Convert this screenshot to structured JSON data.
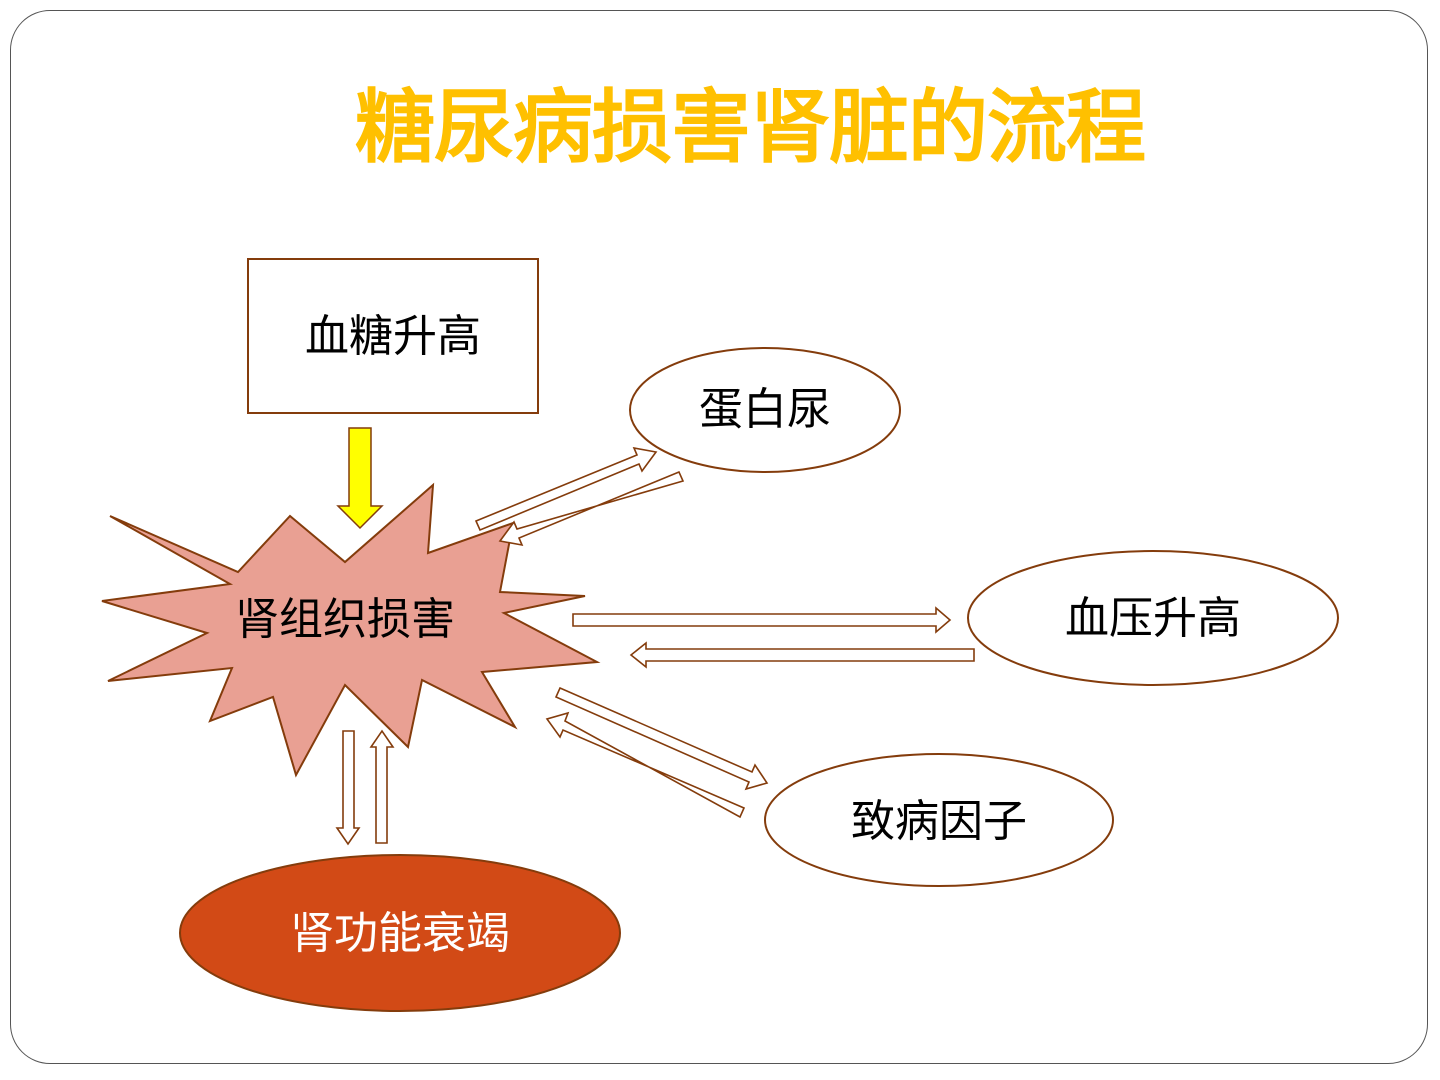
{
  "title": "糖尿病损害肾脏的流程",
  "colors": {
    "title": "#ffc000",
    "outline": "#843c0c",
    "burst_fill": "#e9a093",
    "failure_fill": "#d24a16",
    "input_arrow_fill": "#ffff00"
  },
  "nodes": {
    "blood_sugar": "血糖升高",
    "proteinuria": "蛋白尿",
    "blood_pressure": "血压升高",
    "pathogenic_factors": "致病因子",
    "kidney_damage": "肾组织损害",
    "kidney_failure": "肾功能衰竭"
  }
}
